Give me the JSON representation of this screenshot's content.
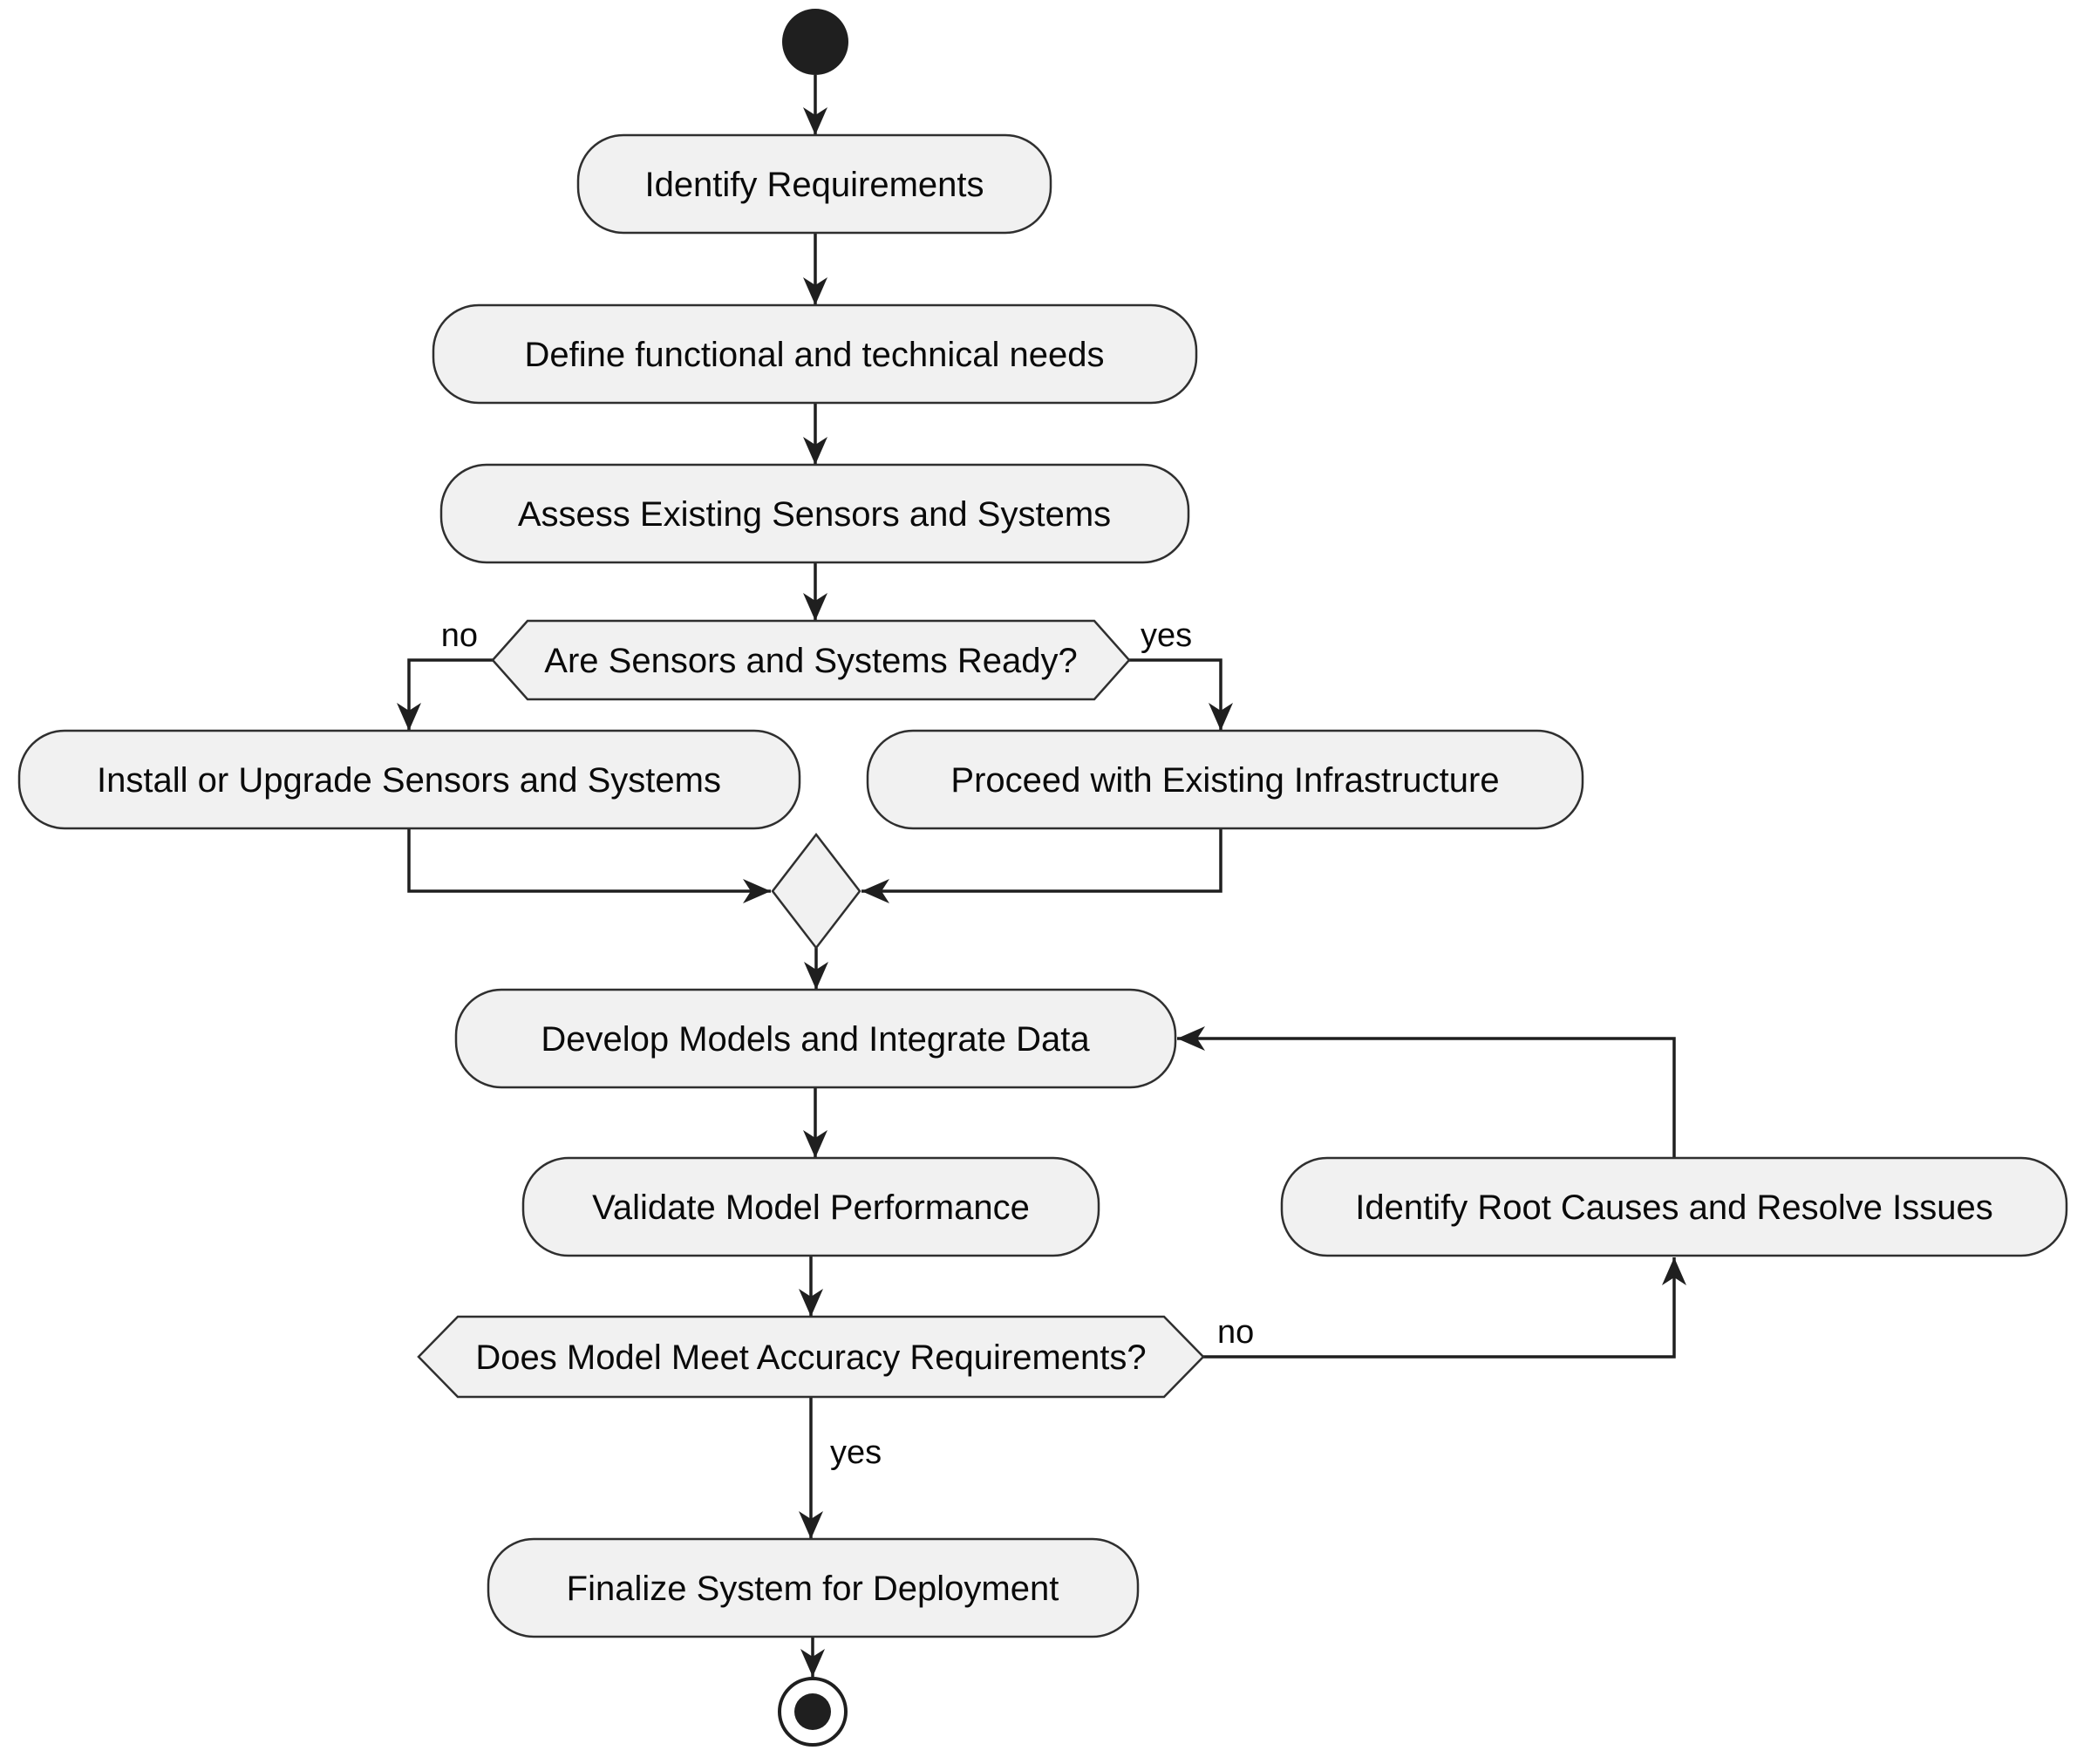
{
  "diagram": {
    "type": "activity-flowchart",
    "background": "#ffffff",
    "colors": {
      "node_fill": "#f1f1f1",
      "node_stroke": "#2f2f2f",
      "line_color": "#1f1f1f",
      "text_color": "#0a0a0a"
    },
    "nodes": {
      "start": {
        "type": "initial"
      },
      "identify_requirements": {
        "type": "activity",
        "label": "Identify Requirements"
      },
      "define_needs": {
        "type": "activity",
        "label": "Define functional and technical needs"
      },
      "assess_sensors": {
        "type": "activity",
        "label": "Assess Existing Sensors and Systems"
      },
      "sensors_ready": {
        "type": "decision",
        "label": "Are Sensors and Systems Ready?"
      },
      "install_upgrade": {
        "type": "activity",
        "label": "Install or Upgrade Sensors and Systems"
      },
      "proceed_existing": {
        "type": "activity",
        "label": "Proceed with Existing Infrastructure"
      },
      "merge": {
        "type": "merge"
      },
      "develop_models": {
        "type": "activity",
        "label": "Develop Models and Integrate Data"
      },
      "validate_model": {
        "type": "activity",
        "label": "Validate Model Performance"
      },
      "accuracy_check": {
        "type": "decision",
        "label": "Does Model Meet Accuracy Requirements?"
      },
      "identify_root_causes": {
        "type": "activity",
        "label": "Identify Root Causes and Resolve Issues"
      },
      "finalize_system": {
        "type": "activity",
        "label": "Finalize System for Deployment"
      },
      "end": {
        "type": "final"
      }
    },
    "edge_labels": {
      "sensors_ready_no": "no",
      "sensors_ready_yes": "yes",
      "accuracy_no": "no",
      "accuracy_yes": "yes"
    },
    "edges": [
      {
        "from": "start",
        "to": "identify_requirements"
      },
      {
        "from": "identify_requirements",
        "to": "define_needs"
      },
      {
        "from": "define_needs",
        "to": "assess_sensors"
      },
      {
        "from": "assess_sensors",
        "to": "sensors_ready"
      },
      {
        "from": "sensors_ready",
        "to": "install_upgrade",
        "label": "no"
      },
      {
        "from": "sensors_ready",
        "to": "proceed_existing",
        "label": "yes"
      },
      {
        "from": "install_upgrade",
        "to": "merge"
      },
      {
        "from": "proceed_existing",
        "to": "merge"
      },
      {
        "from": "merge",
        "to": "develop_models"
      },
      {
        "from": "develop_models",
        "to": "validate_model"
      },
      {
        "from": "validate_model",
        "to": "accuracy_check"
      },
      {
        "from": "accuracy_check",
        "to": "identify_root_causes",
        "label": "no"
      },
      {
        "from": "identify_root_causes",
        "to": "develop_models"
      },
      {
        "from": "accuracy_check",
        "to": "finalize_system",
        "label": "yes"
      },
      {
        "from": "finalize_system",
        "to": "end"
      }
    ]
  }
}
